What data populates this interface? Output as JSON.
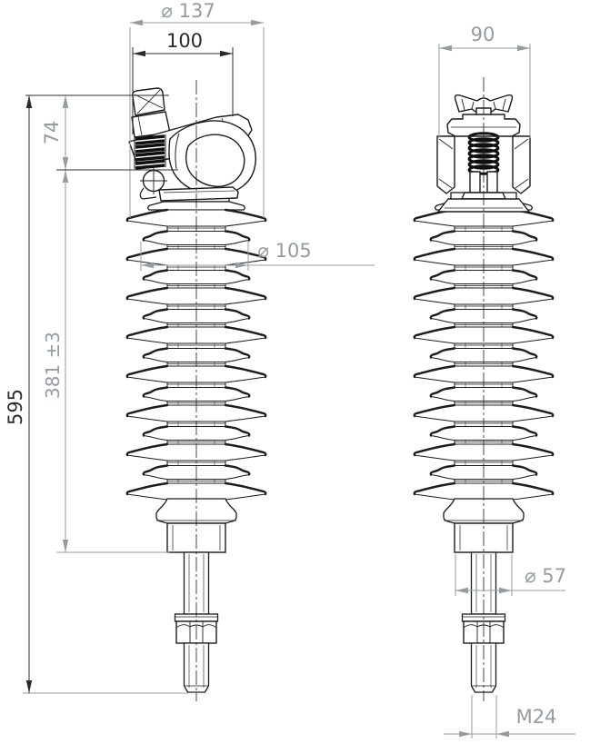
{
  "drawing": {
    "dimensions": {
      "top_shed_diameter": "⌀ 137",
      "clamp_width": "100",
      "side_clamp_width": "90",
      "clamp_height": "74",
      "small_shed_diameter": "⌀ 105",
      "insulated_length": "381 ±3",
      "overall_height": "595",
      "base_diameter": "⌀ 57",
      "stud_thread": "M24"
    },
    "colors": {
      "outline": "#1c1c1c",
      "dimension": "#949ca2",
      "dimension_dark": "#2b2b2b",
      "background": "#ffffff"
    }
  }
}
